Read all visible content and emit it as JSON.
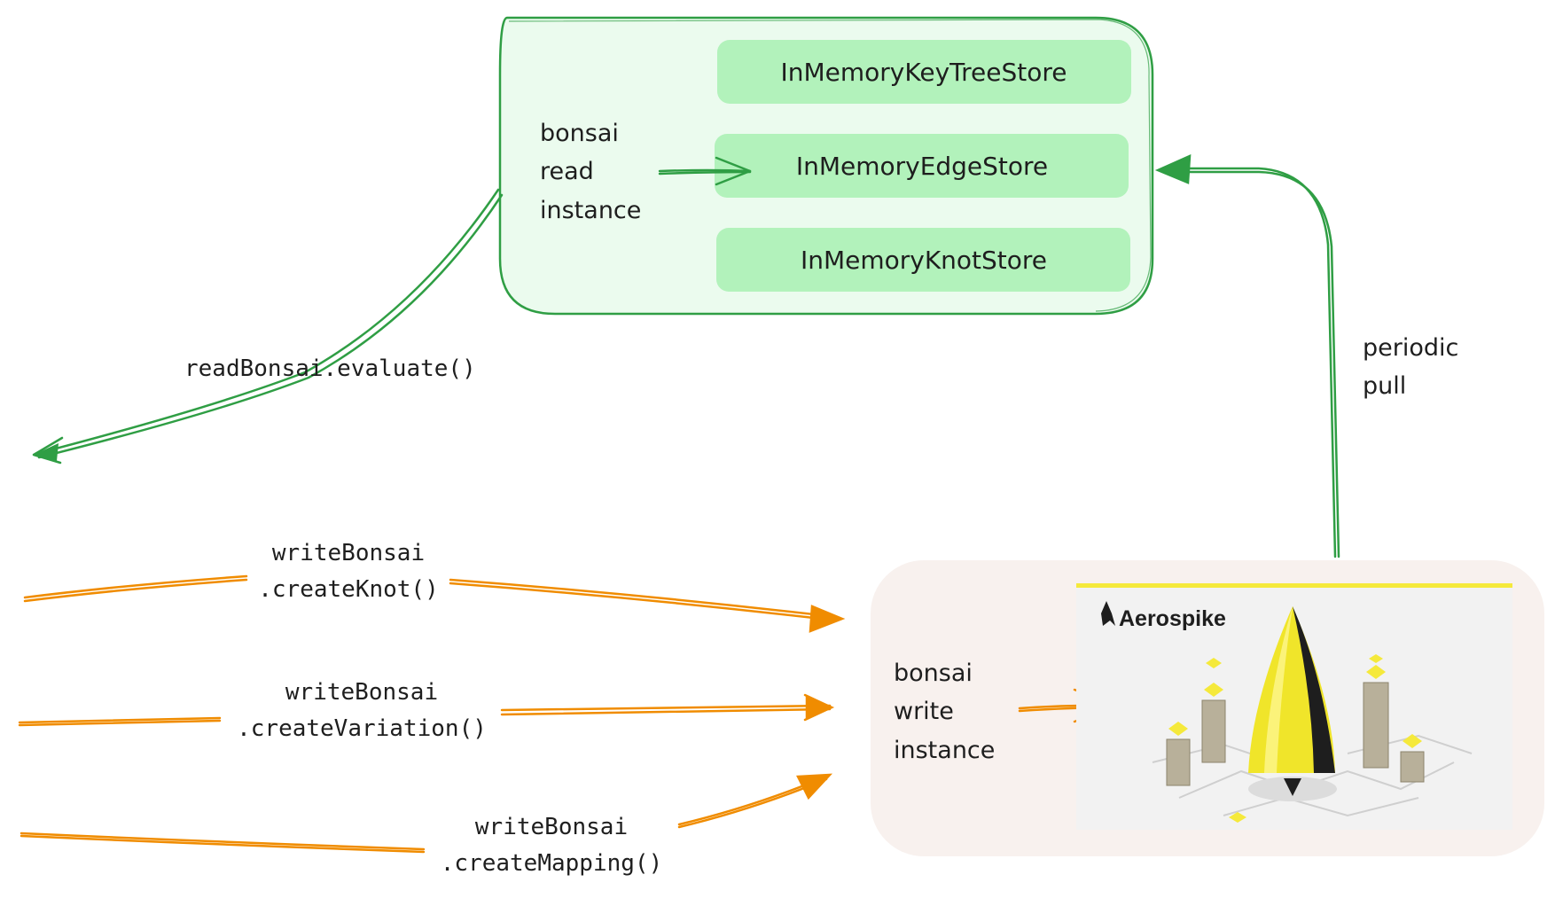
{
  "read_instance": {
    "label_lines": [
      "bonsai",
      "read",
      "instance"
    ],
    "stores": [
      "InMemoryKeyTreeStore",
      "InMemoryEdgeStore",
      "InMemoryKnotStore"
    ]
  },
  "write_instance": {
    "label_lines": [
      "bonsai",
      "write",
      "instance"
    ],
    "logo_text": "Aerospike"
  },
  "arrows": {
    "read_evaluate": "readBonsai.evaluate()",
    "periodic_pull_lines": [
      "periodic",
      "pull"
    ],
    "create_knot_lines": [
      "writeBonsai",
      ".createKnot()"
    ],
    "create_variation_lines": [
      "writeBonsai",
      ".createVariation()"
    ],
    "create_mapping_lines": [
      "writeBonsai",
      ".createMapping()"
    ]
  },
  "colors": {
    "green_stroke": "#2f9e44",
    "green_fill": "#ebfbee",
    "store_fill": "#b2f2bb",
    "orange": "#f08c00",
    "write_fill": "#f8f1ee",
    "aerospike_yellow": "#f5e93b"
  }
}
